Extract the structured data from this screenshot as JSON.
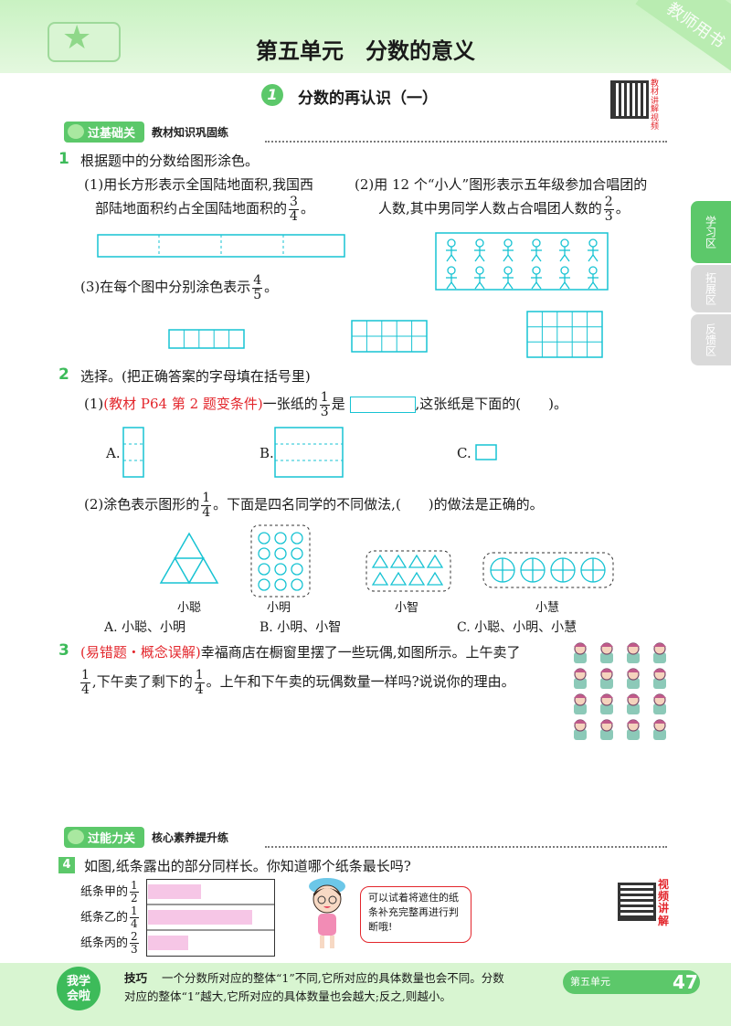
{
  "header": {
    "unit_title": "第五单元　分数的意义",
    "corner_label": "教师用书",
    "lesson_number": "1",
    "lesson_title": "分数的再认识（一）",
    "qr_caption": "教材讲解视频"
  },
  "side_tabs": [
    "学习区",
    "拓展区",
    "反馈区"
  ],
  "section1": {
    "badge": "过基础关",
    "subtitle": "教材知识巩固练"
  },
  "q1": {
    "num": "1",
    "stem": "根据题中的分数给图形涂色。",
    "p1_line1": "(1)用长方形表示全国陆地面积,我国西",
    "p1_line2": "部陆地面积约占全国陆地面积的",
    "p1_frac": [
      "3",
      "4"
    ],
    "p1_end": "。",
    "p2_line1": "(2)用 12 个“小人”图形表示五年级参加合唱团的",
    "p2_line2": "人数,其中男同学人数占合唱团人数的",
    "p2_frac": [
      "2",
      "3"
    ],
    "p2_end": "。",
    "p3_text": "(3)在每个图中分别涂色表示",
    "p3_frac": [
      "4",
      "5"
    ],
    "p3_end": "。"
  },
  "q2": {
    "num": "2",
    "stem": "选择。(把正确答案的字母填在括号里)",
    "p1_prefix": "(1)",
    "p1_source": "(教材 P64 第 2 题变条件)",
    "p1_text": "一张纸的",
    "p1_frac": [
      "1",
      "3"
    ],
    "p1_mid": "是",
    "p1_end": ",这张纸是下面的(　　)。",
    "options1": [
      "A.",
      "B.",
      "C."
    ],
    "p2_text": "(2)涂色表示图形的",
    "p2_frac": [
      "1",
      "4"
    ],
    "p2_end": "。下面是四名同学的不同做法,(　　)的做法是正确的。",
    "names": [
      "小聪",
      "小明",
      "小智",
      "小慧"
    ],
    "options2": [
      "A. 小聪、小明",
      "B. 小明、小智",
      "C. 小聪、小明、小慧"
    ]
  },
  "q3": {
    "num": "3",
    "tag": "(易错题・概念误解)",
    "text1": "幸福商店在橱窗里摆了一些玩偶,如图所示。上午卖了",
    "frac_a": [
      "1",
      "4"
    ],
    "text2": ",下午卖了剩下的",
    "frac_b": [
      "1",
      "4"
    ],
    "text3": "。上午和下午卖的玩偶数量一样吗?说说你的理由。"
  },
  "section2": {
    "badge": "过能力关",
    "subtitle": "核心素养提升练"
  },
  "q4": {
    "num": "4",
    "stem": "如图,纸条露出的部分同样长。你知道哪个纸条最长吗?",
    "strips": [
      {
        "label": "纸条甲的",
        "frac": [
          "1",
          "2"
        ],
        "exposed": 0.5
      },
      {
        "label": "纸条乙的",
        "frac": [
          "1",
          "4"
        ],
        "exposed": 0.25
      },
      {
        "label": "纸条丙的",
        "frac": [
          "2",
          "3"
        ],
        "exposed": 0.667
      }
    ],
    "bubble": "可以试着将遮住的纸条补充完整再进行判断哦!",
    "video_label": "视频讲解"
  },
  "footer": {
    "badge_line1": "我学",
    "badge_line2": "会啦",
    "tip_label": "技巧",
    "tip_text1": "一个分数所对应的整体“1”不同,它所对应的具体数量也会不同。分数",
    "tip_text2": "对应的整体“1”越大,它所对应的具体数量也会越大;反之,则越小。",
    "unit_label": "第五单元",
    "page": "47"
  },
  "colors": {
    "accent": "#5cc86a",
    "header_bg": "#c9f2c2",
    "stroke": "#17c3d3",
    "red": "#e3262c"
  }
}
